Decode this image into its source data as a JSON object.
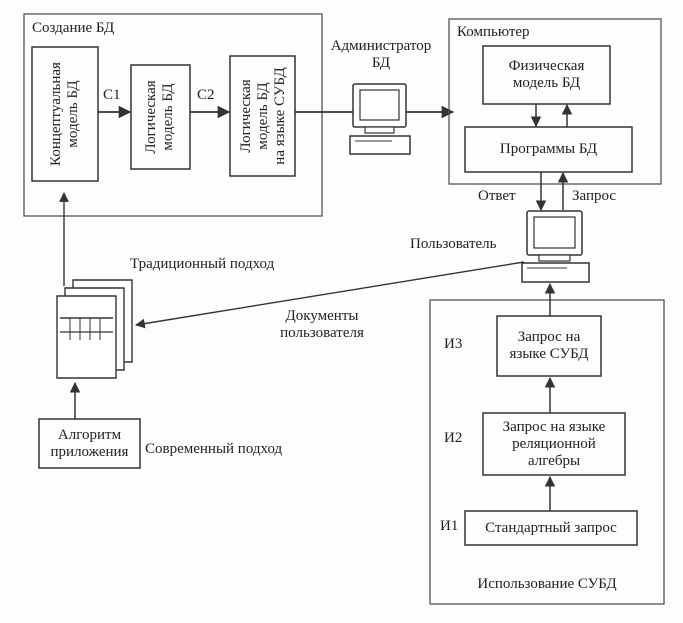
{
  "creation": {
    "title": "Создание БД",
    "conceptual_model": "Концептуальная\nмодель БД",
    "logical_model": "Логическая\nмодель БД",
    "logical_dbms": "Логическая\nмодель БД\nна языке СУБД",
    "c1": "С1",
    "c2": "С2"
  },
  "admin": {
    "label": "Администратор\nБД"
  },
  "computer": {
    "title": "Компьютер",
    "physical_model": "Физическая\nмодель БД",
    "db_programs": "Программы БД"
  },
  "user": {
    "label": "Пользователь",
    "answer": "Ответ",
    "request": "Запрос"
  },
  "traditional": "Традиционный подход",
  "documents": "Документы\nпользователя",
  "algorithm": "Алгоритм\nприложения",
  "modern": "Современный подход",
  "dbms_usage": {
    "title": "Использование СУБД",
    "i3": "И3",
    "i2": "И2",
    "i1": "И1",
    "dbms_query": "Запрос на\nязыке СУБД",
    "relational_query": "Запрос на языке\nреляционной\nалгебры",
    "standard_query": "Стандартный запрос"
  }
}
